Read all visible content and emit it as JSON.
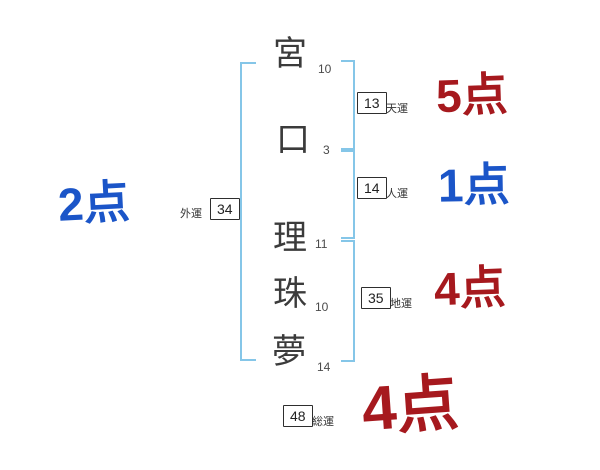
{
  "name_chars": [
    {
      "char": "宮",
      "strokes": "10"
    },
    {
      "char": "口",
      "strokes": "3"
    },
    {
      "char": "理",
      "strokes": "11"
    },
    {
      "char": "珠",
      "strokes": "10"
    },
    {
      "char": "夢",
      "strokes": "14"
    }
  ],
  "fortunes": {
    "ten": {
      "value": "13",
      "label": "天運",
      "score": "5点",
      "score_color": "red"
    },
    "jin": {
      "value": "14",
      "label": "人運",
      "score": "1点",
      "score_color": "blue"
    },
    "chi": {
      "value": "35",
      "label": "地運",
      "score": "4点",
      "score_color": "red"
    },
    "gai": {
      "value": "34",
      "label": "外運",
      "score": "2点",
      "score_color": "blue"
    },
    "sou": {
      "value": "48",
      "label": "総運",
      "score": "4点",
      "score_color": "red"
    }
  },
  "colors": {
    "bracket": "#85c6e8",
    "red": "#a6191e",
    "blue": "#1b55c8",
    "ink": "#3b3b3b"
  }
}
